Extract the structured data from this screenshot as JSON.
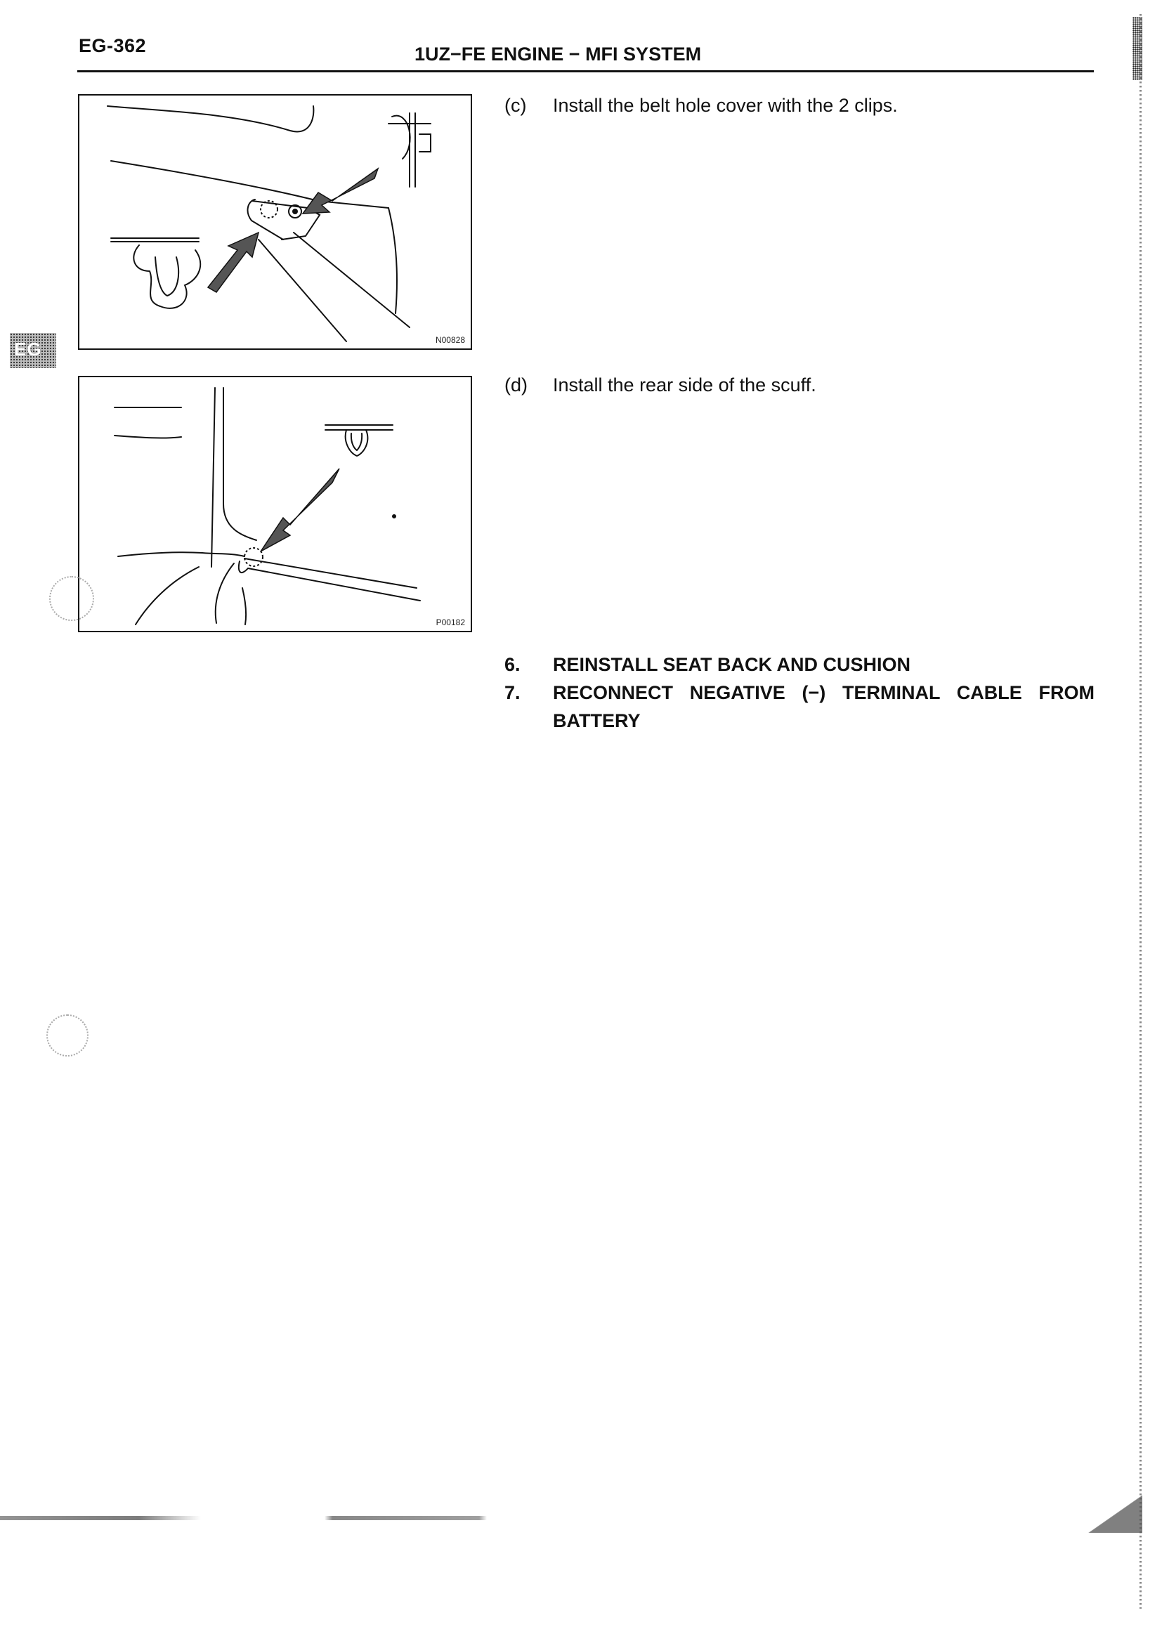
{
  "header": {
    "page_number": "EG-362",
    "title": "1UZ−FE ENGINE − MFI SYSTEM"
  },
  "side_tab": {
    "label": "EG"
  },
  "figures": [
    {
      "code": "N00828"
    },
    {
      "code": "P00182"
    }
  ],
  "steps": {
    "c": {
      "marker": "(c)",
      "text": "Install the belt hole cover with the 2 clips."
    },
    "d": {
      "marker": "(d)",
      "text": "Install the rear side of the scuff."
    }
  },
  "main_steps": [
    {
      "marker": "6.",
      "text": "REINSTALL SEAT BACK AND CUSHION"
    },
    {
      "marker": "7.",
      "text": "RECONNECT NEGATIVE (−) TERMINAL CABLE FROM BATTERY"
    }
  ]
}
